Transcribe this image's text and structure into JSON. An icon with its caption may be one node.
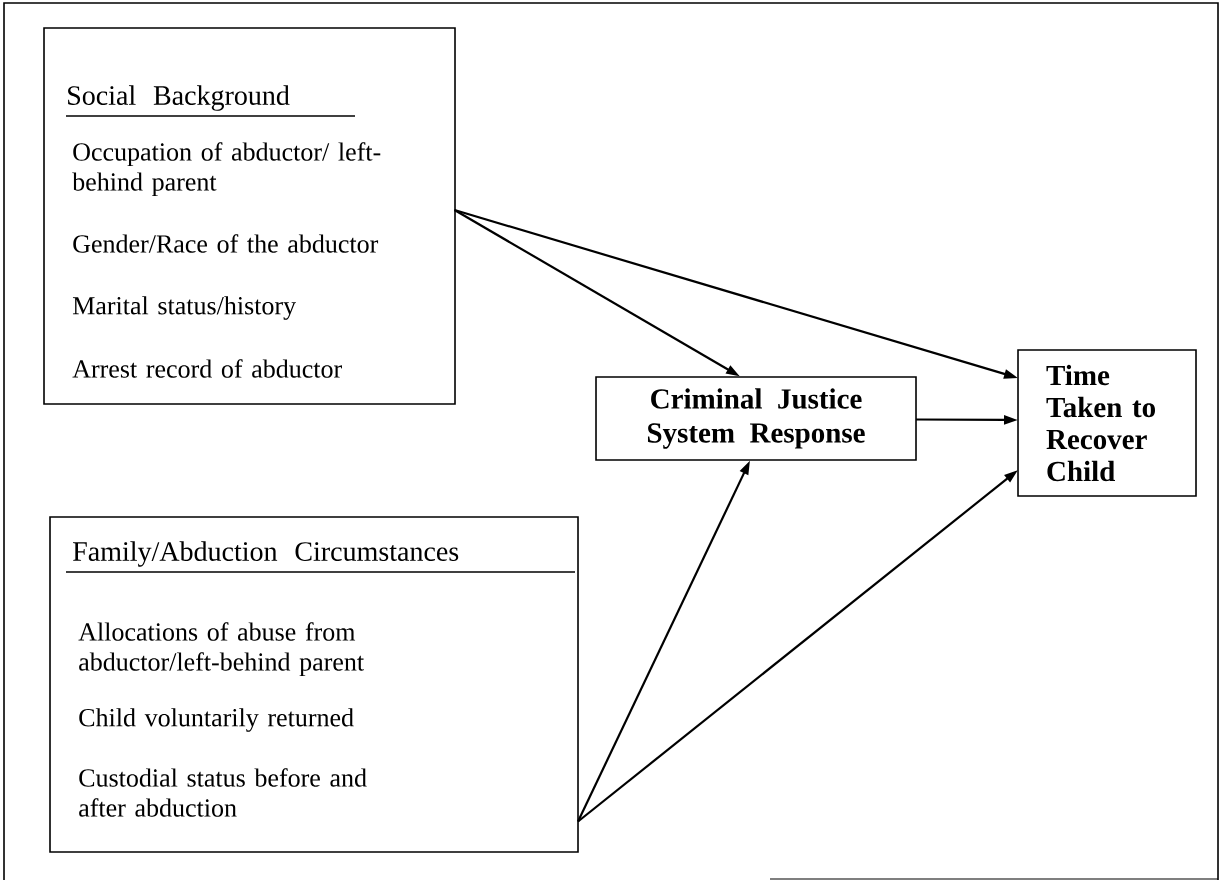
{
  "diagram": {
    "nodes": [
      {
        "text": [
          "Social Background",
          "Occupation of abductor/ left-behind parent",
          "Gender/Race of the abductor",
          "Marital status/history",
          "Arrest record of abductor"
        ]
      },
      {
        "text": [
          "Family/Abduction Circumstances",
          "Allocations of abuse from abductor/left-behind parent",
          "Child voluntarily returned",
          "Custodial status before and after abduction"
        ]
      },
      {
        "text": [
          "Criminal Justice System Response"
        ]
      },
      {
        "text": [
          "Time Taken to Recover Child"
        ]
      }
    ],
    "edges": [
      {
        "from": 0,
        "to": 2,
        "arrow": "to"
      },
      {
        "from": 0,
        "to": 3,
        "arrow": "to"
      },
      {
        "from": 1,
        "to": 2,
        "arrow": "to"
      },
      {
        "from": 1,
        "to": 3,
        "arrow": "to"
      },
      {
        "from": 2,
        "to": 3,
        "arrow": "to"
      }
    ]
  }
}
